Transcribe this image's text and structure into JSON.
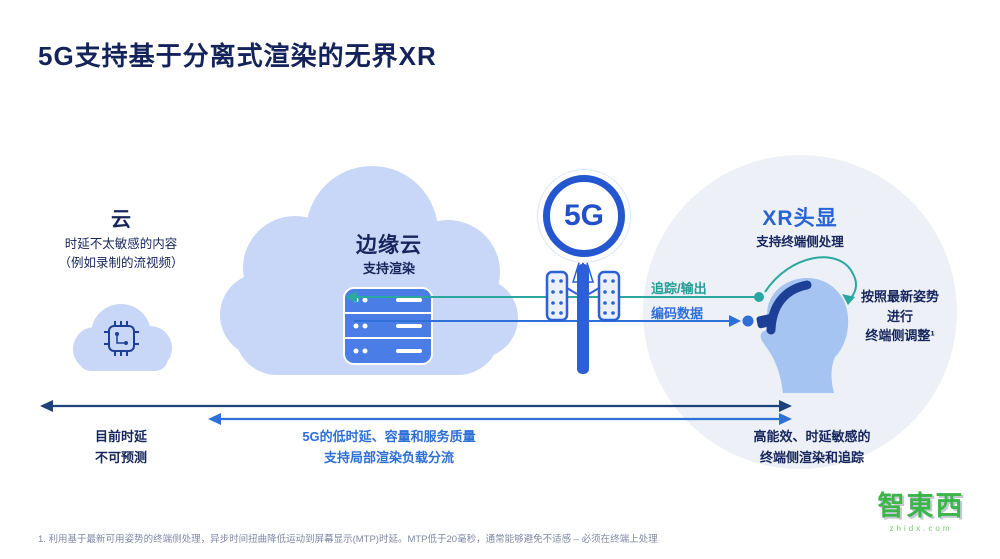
{
  "title": "5G支持基于分离式渲染的无界XR",
  "left_cloud": {
    "label": "云",
    "desc1": "时延不太敏感的内容",
    "desc2": "（例如录制的流视频）"
  },
  "edge_cloud": {
    "label": "边缘云",
    "sub": "支持渲染"
  },
  "badge_5g": "5G",
  "xr": {
    "title": "XR头显",
    "sub": "支持终端侧处理",
    "note1": "按照最新姿势",
    "note2": "进行",
    "note3": "终端侧调整¹"
  },
  "links": {
    "tracking_label": "追踪/输出",
    "encoded_label": "编码数据"
  },
  "timeline": {
    "left1": "目前时延",
    "left2": "不可预测",
    "mid1": "5G的低时延、容量和服务质量",
    "mid2": "支持局部渲染负载分流",
    "right1": "高能效、时延敏感的",
    "right2": "终端侧渲染和追踪"
  },
  "footnote": "1. 利用基于最新可用姿势的终端侧处理，异步时间扭曲降低运动到屏幕显示(MTP)时延。MTP低于20毫秒，通常能够避免不适感 – 必须在终端上处理",
  "watermark": {
    "logo": "智東西",
    "sub": "zhidx.com"
  },
  "colors": {
    "navy": "#16265c",
    "blue": "#2f6fd8",
    "teal": "#2aa79e",
    "cloud_fill": "#c8d7f7",
    "circle_bg": "#edf0f6",
    "server_fill": "#4a7de5",
    "watermark_green": "#3cb549"
  }
}
